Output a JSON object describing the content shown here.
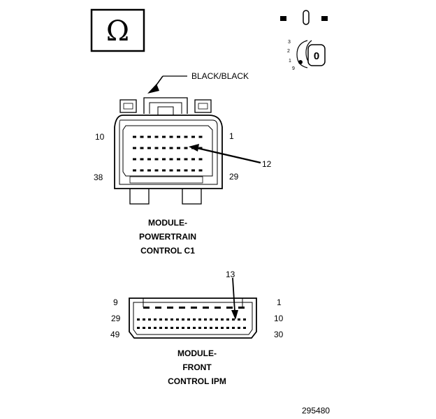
{
  "symbol": {
    "icon": "ohm-icon",
    "glyph": "Ω"
  },
  "ignition_switch": {
    "icon": "ignition-key-icon",
    "positions": [
      "3",
      "2",
      "1",
      "0"
    ],
    "position_label_9": "9",
    "key_label": "0"
  },
  "connector_c1": {
    "wire_label": "BLACK/BLACK",
    "pin_top_left": "10",
    "pin_top_right": "1",
    "pin_bottom_left": "38",
    "pin_bottom_right": "29",
    "callout": "12",
    "name_lines": [
      "MODULE-",
      "POWERTRAIN",
      "CONTROL C1"
    ]
  },
  "connector_ipm": {
    "callout": "13",
    "pin_row1_left": "9",
    "pin_row1_right": "1",
    "pin_row2_left": "29",
    "pin_row2_right": "10",
    "pin_row3_left": "49",
    "pin_row3_right": "30",
    "name_lines": [
      "MODULE-",
      "FRONT",
      "CONTROL IPM"
    ]
  },
  "figure_id": "295480"
}
